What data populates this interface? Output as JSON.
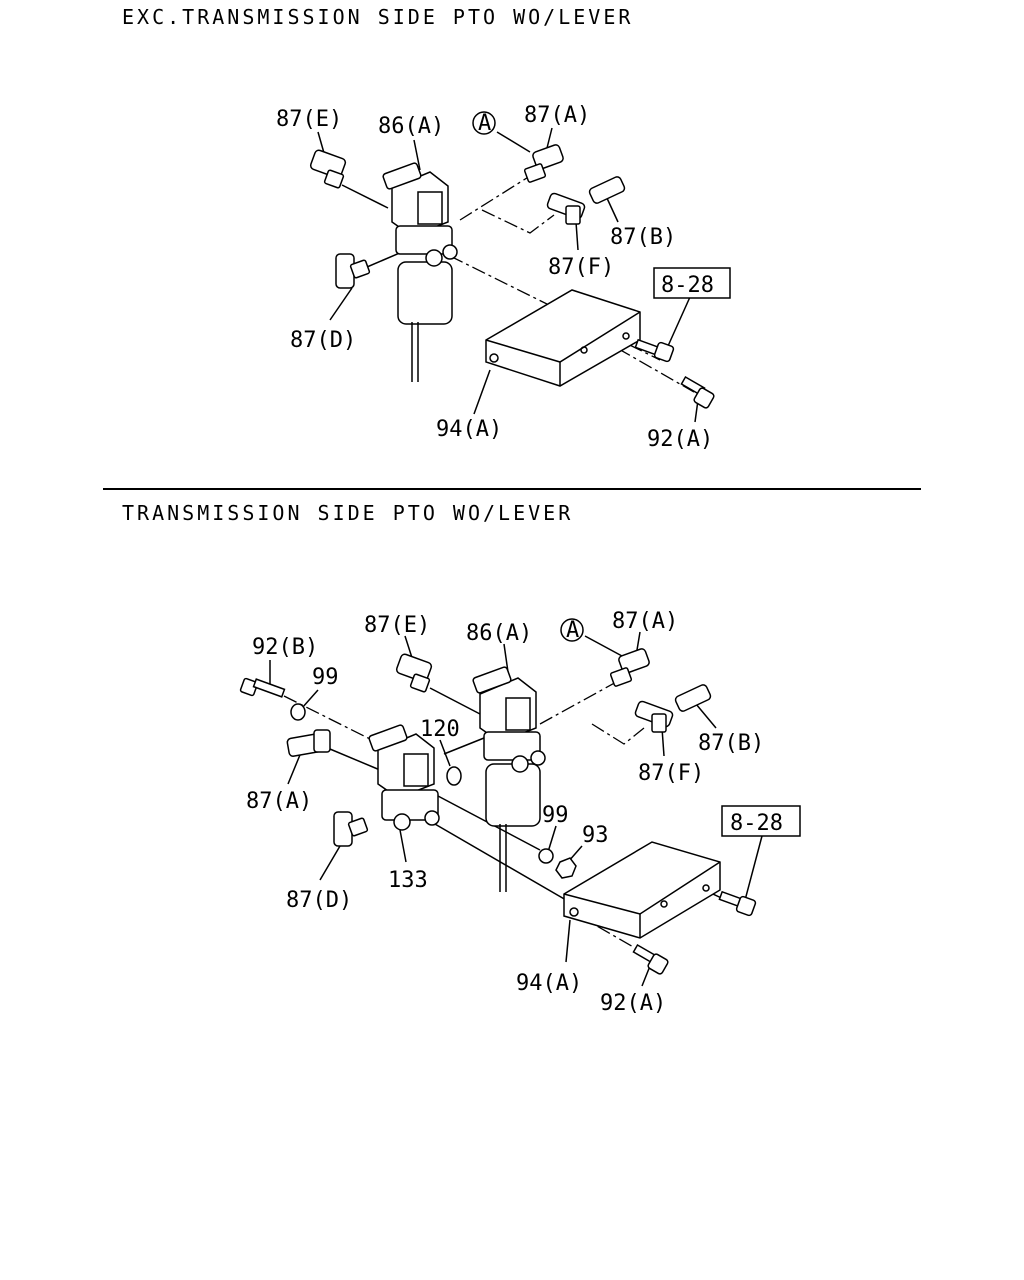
{
  "sections": [
    {
      "title": "EXC.TRANSMISSION SIDE PTO WO/LEVER",
      "labels": {
        "l87e": "87(E)",
        "l86a": "86(A)",
        "l87a": "87(A)",
        "circleA": "A",
        "l87b": "87(B)",
        "l87f": "87(F)",
        "ref828": "8-28",
        "l87d": "87(D)",
        "l94a": "94(A)",
        "l92a": "92(A)"
      }
    },
    {
      "title": "TRANSMISSION SIDE PTO WO/LEVER",
      "labels": {
        "l92b": "92(B)",
        "l99a": "99",
        "l87e": "87(E)",
        "l86a": "86(A)",
        "circleA": "A",
        "l87a": "87(A)",
        "l120": "120",
        "l87b": "87(B)",
        "l87a2": "87(A)",
        "l87f": "87(F)",
        "ref828": "8-28",
        "l99b": "99",
        "l93": "93",
        "l133": "133",
        "l87d": "87(D)",
        "l94a": "94(A)",
        "l92a": "92(A)"
      }
    }
  ]
}
